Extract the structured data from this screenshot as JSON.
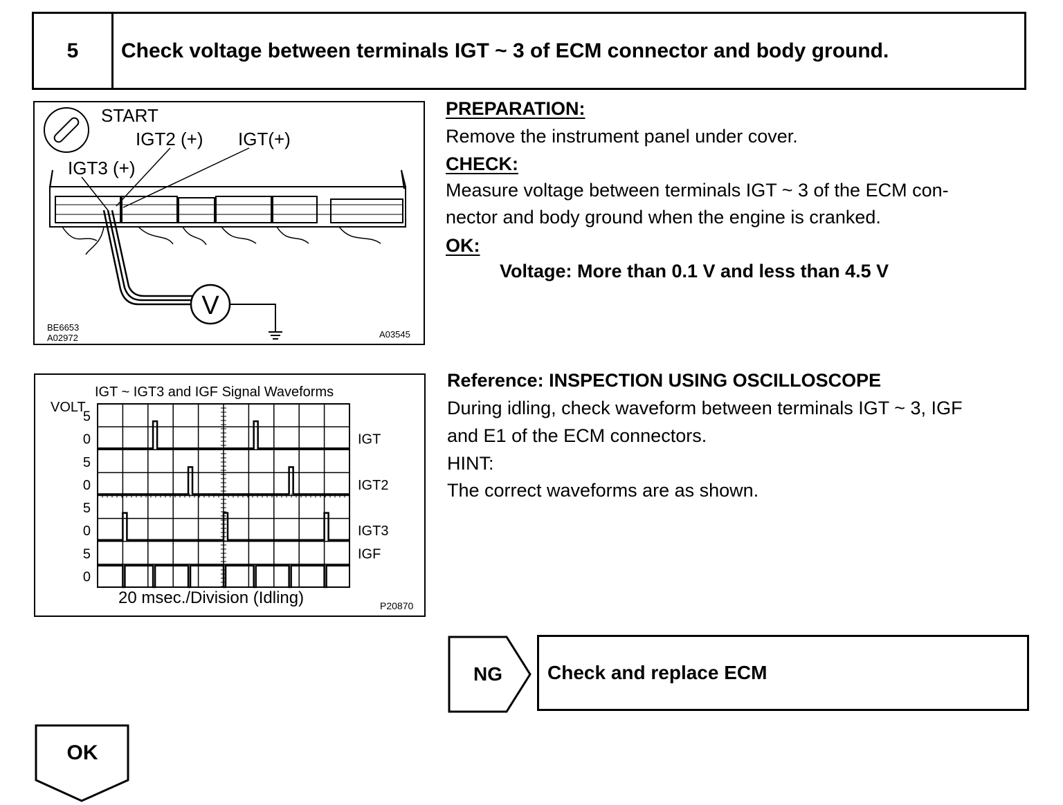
{
  "header": {
    "step_number": "5",
    "title": "Check voltage between terminals IGT ~ 3 of ECM connector and body ground."
  },
  "diagram": {
    "ignition_label": "START",
    "igt2_label": "IGT2 (+)",
    "igt_label": "IGT(+)",
    "igt3_label": "IGT3 (+)",
    "meter_symbol": "V",
    "ref_code_1": "BE6653",
    "ref_code_2": "A02972",
    "ref_code_3": "A03545"
  },
  "preparation": {
    "heading": "PREPARATION:",
    "text": "Remove the instrument panel under cover."
  },
  "check": {
    "heading": "CHECK:",
    "line1": "Measure voltage between terminals IGT ~ 3 of the ECM con-",
    "line2": "nector and body ground when the engine is cranked."
  },
  "ok_spec": {
    "heading": "OK:",
    "text": "Voltage: More than 0.1 V and less than 4.5 V"
  },
  "scope": {
    "title": "IGT ~ IGT3 and IGF Signal Waveforms",
    "y_unit": "VOLT",
    "x_label": "20 msec./Division (Idling)",
    "ref_code": "P20870",
    "channels": [
      {
        "name": "IGT",
        "high": "5",
        "low": "0"
      },
      {
        "name": "IGT2",
        "high": "5",
        "low": "0"
      },
      {
        "name": "IGT3",
        "high": "5",
        "low": "0"
      },
      {
        "name": "IGF",
        "high": "5",
        "low": "0"
      }
    ]
  },
  "reference": {
    "heading": "Reference: INSPECTION USING OSCILLOSCOPE",
    "line1": "During idling, check waveform between terminals IGT ~ 3, IGF",
    "line2": "and E1 of the ECM connectors.",
    "hint": "HINT:",
    "hint_text": "The correct waveforms are as shown."
  },
  "ng_branch": {
    "label": "NG",
    "action": "Check and replace ECM"
  },
  "ok_branch": {
    "label": "OK"
  }
}
